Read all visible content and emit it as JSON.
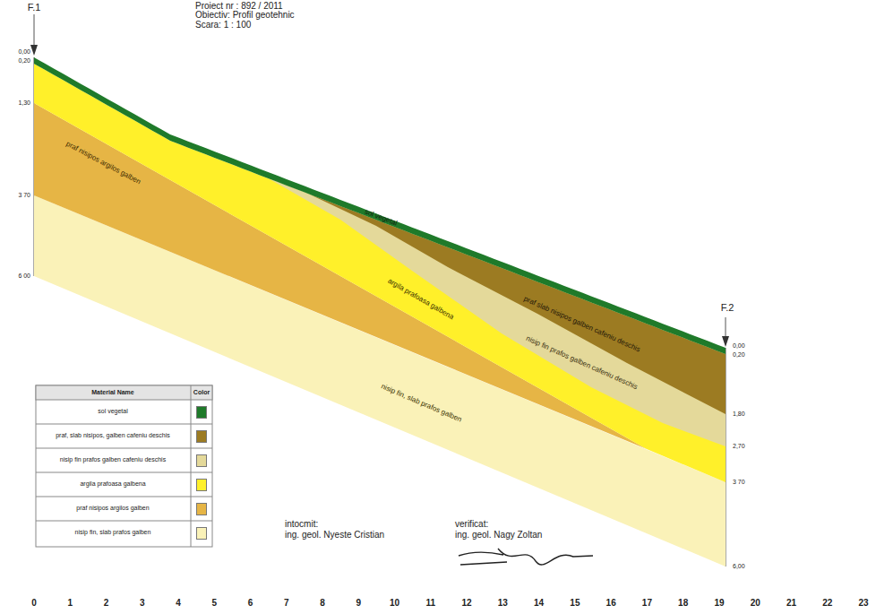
{
  "diagram": {
    "nodes": [
      {
        "text": [
          "sol vegetal"
        ]
      },
      {
        "text": [
          "praf slab nisipos galben cafeniu deschis"
        ]
      },
      {
        "text": [
          "nisip fin prafos galben cafeniu deschis"
        ]
      },
      {
        "text": [
          "argila prafoasa galbena"
        ]
      },
      {
        "text": [
          "praf nisipos argilos galben"
        ]
      },
      {
        "text": [
          "nisip fin, slab prafos galben"
        ]
      }
    ],
    "labels": [
      "Proiect nr : 892 / 2011",
      "Obiectiv: Profil geotehnic",
      "Scara: 1 : 100",
      "F.1",
      "0,00",
      "0,20",
      "1,30",
      "3 70",
      "6 00",
      "F.2",
      "0,00",
      "0,20",
      "1,80",
      "2,70",
      "3 70",
      "6,00",
      "Material Name",
      "Color",
      "intocmit:",
      "ing. geol. Nyeste Cristian",
      "verificat:",
      "ing. geol. Nagy Zoltan",
      "0",
      "1",
      "2",
      "3",
      "4",
      "5",
      "6",
      "7",
      "8",
      "9",
      "10",
      "11",
      "12",
      "13",
      "14",
      "15",
      "16",
      "17",
      "18",
      "19",
      "20",
      "21",
      "22",
      "23"
    ],
    "legend": [
      {
        "text": "sol vegetal",
        "color": "#1f7a2a"
      },
      {
        "text": "praf, slab nisipos, galben cafeniu deschis",
        "color": "#9c7b22"
      },
      {
        "text": "nisip fin prafos galben cafeniu deschis",
        "color": "#e4d99a"
      },
      {
        "text": "argila prafoasa galbena",
        "color": "#fff02a"
      },
      {
        "text": "praf nisipos argilos galben",
        "color": "#e6b545"
      },
      {
        "text": "nisip fin, slab prafos galben",
        "color": "#faf2b8"
      }
    ]
  }
}
